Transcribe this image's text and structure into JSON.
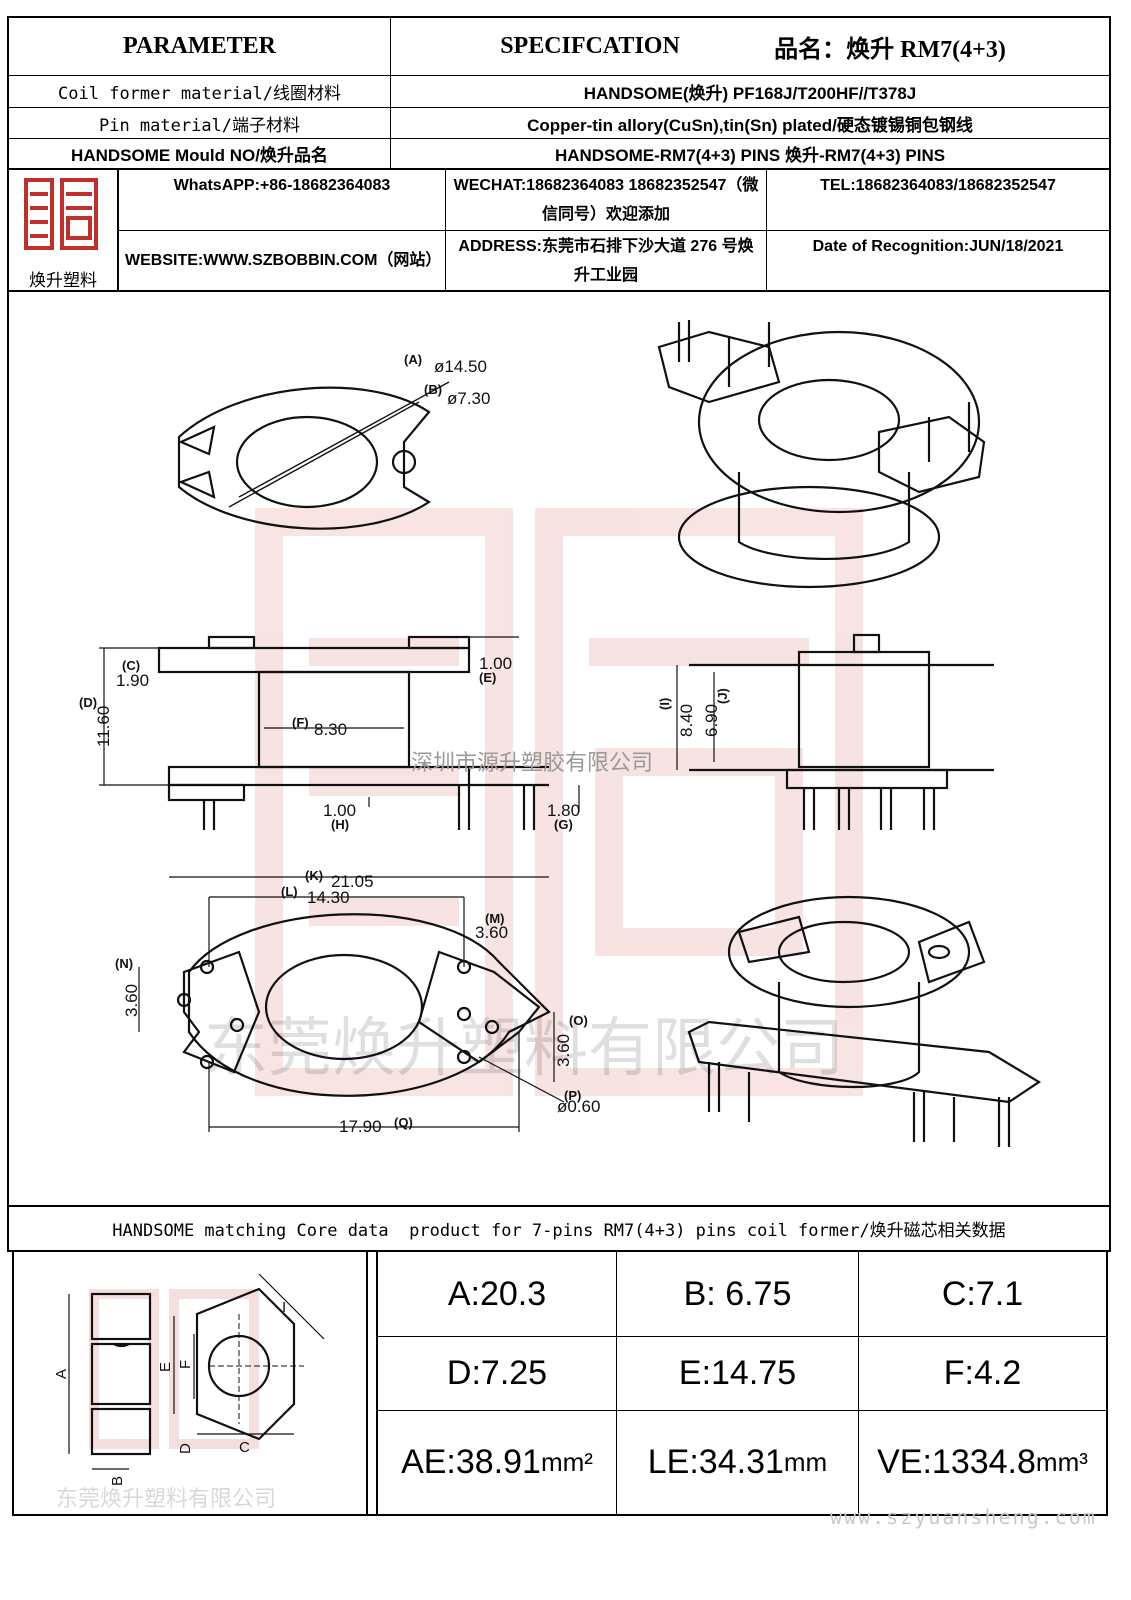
{
  "header": {
    "parameter": "PARAMETER",
    "specification": "SPECIFCATION",
    "product_name": "品名：焕升 RM7(4+3)"
  },
  "rows": [
    {
      "label": "Coil former material/线圈材料",
      "value": "HANDSOME(焕升)   PF168J/T200HF//T378J"
    },
    {
      "label": "Pin material/端子材料",
      "value": "Copper-tin allory(CuSn),tin(Sn) plated/硬态镀锡铜包钢线"
    },
    {
      "label": "HANDSOME Mould NO/焕升品名",
      "value": "HANDSOME-RM7(4+3) PINS   焕升-RM7(4+3) PINS"
    }
  ],
  "company": {
    "logo_text": "焕升塑料",
    "whatsapp": "WhatsAPP:+86-18682364083",
    "wechat": "WECHAT:18682364083 18682352547（微信同号）欢迎添加",
    "tel": "TEL:18682364083/18682352547",
    "website": "WEBSITE:WWW.SZBOBBIN.COM（网站）",
    "address": "ADDRESS:东莞市石排下沙大道 276 号焕升工业园",
    "date": "Date of Recognition:JUN/18/2021"
  },
  "drawing": {
    "top_view": {
      "A_label": "(A)",
      "A_value": "ø14.50",
      "B_label": "(B)",
      "B_value": "ø7.30"
    },
    "side_view": {
      "C_label": "(C)",
      "C_value": "1.90",
      "D_label": "(D)",
      "D_value": "11.60",
      "E_label": "(E)",
      "E_value": "1.00",
      "F_label": "(F)",
      "F_value": "8.30",
      "H_label": "(H)",
      "H_value": "1.00",
      "G_label": "(G)",
      "G_value": "1.80"
    },
    "end_view": {
      "I_label": "(I)",
      "I_value": "8.40",
      "J_label": "(J)",
      "J_value": "6.90"
    },
    "bottom_view": {
      "K_label": "(K)",
      "K_value": "21.05",
      "L_label": "(L)",
      "L_value": "14.30",
      "M_label": "(M)",
      "M_value": "3.60",
      "N_label": "(N)",
      "N_value": "3.60",
      "O_label": "(O)",
      "O_value": "3.60",
      "P_label": "(P)",
      "P_value": "ø0.60",
      "Q_label": "(Q)",
      "Q_value": "17.90"
    },
    "watermark_small": "深圳市源升塑胶有限公司",
    "watermark_large": "东莞焕升塑料有限公司"
  },
  "core": {
    "title": "HANDSOME matching Core data  product for 7-pins RM7(4+3) pins coil former/焕升磁芯相关数据",
    "diagram_labels": [
      "A",
      "E",
      "F",
      "I",
      "B",
      "C",
      "D"
    ],
    "watermark": "东莞焕升塑料有限公司",
    "values": [
      {
        "text": "A:20.3"
      },
      {
        "text": "B: 6.75"
      },
      {
        "text": "C:7.1"
      },
      {
        "text": "D:7.25"
      },
      {
        "text": "E:14.75"
      },
      {
        "text": "F:4.2"
      }
    ],
    "ae": {
      "value": "AE:38.91",
      "unit": "mm²"
    },
    "le": {
      "value": "LE:34.31",
      "unit": "mm"
    },
    "ve": {
      "value": "VE:1334.8",
      "unit": "mm³"
    },
    "site": "www.szyuansheng.com"
  }
}
